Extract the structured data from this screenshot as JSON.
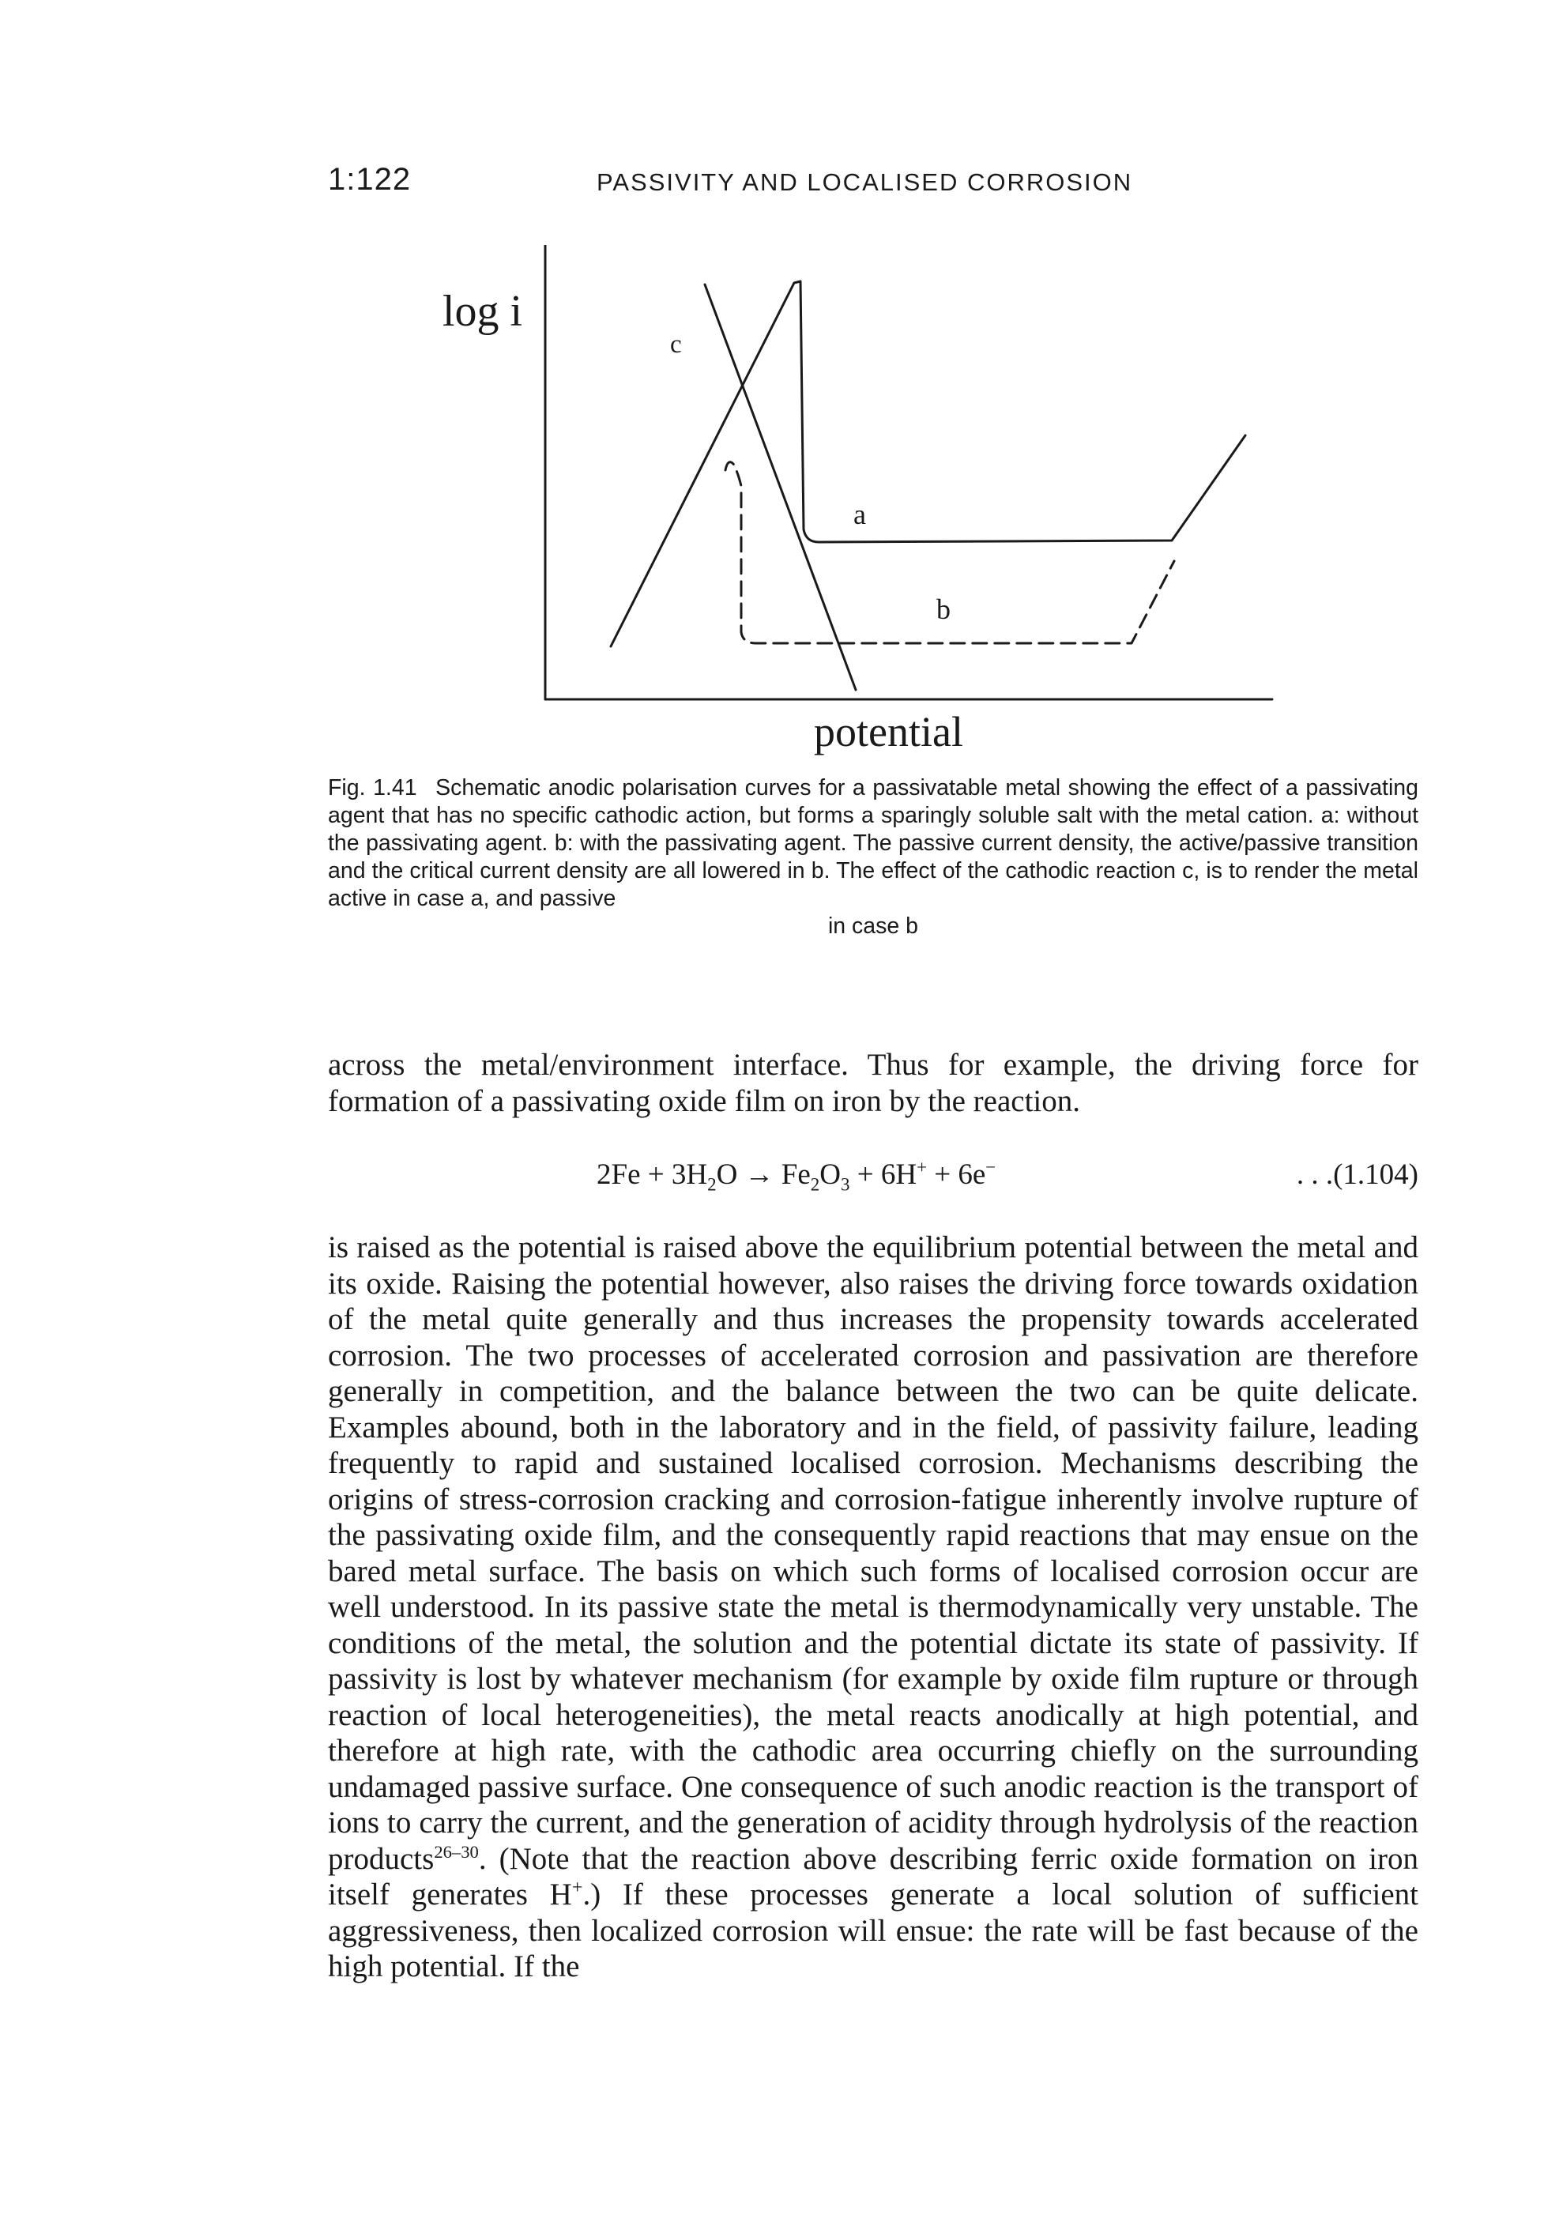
{
  "header": {
    "page_number": "1:122",
    "running_title": "PASSIVITY AND LOCALISED CORROSION"
  },
  "figure": {
    "y_label": "log i",
    "x_label": "potential",
    "curve_labels": {
      "c": "c",
      "a": "a",
      "b": "b"
    },
    "caption_number": "Fig. 1.41",
    "caption_main": "Schematic anodic polarisation curves for a passivatable metal showing the effect of a passivating agent that has no specific cathodic action, but forms a sparingly soluble salt with the metal cation. a: without the passivating agent. b: with the passivating agent. The passive current density, the active/passive transition and the critical current density are all lowered in b. The effect of the cathodic reaction c, is to render the metal active in case a, and passive",
    "caption_end": "in case b"
  },
  "body": {
    "para1": "across the metal/environment interface. Thus for example, the driving force for formation of a passivating oxide film on iron by the reaction.",
    "equation": {
      "lhs_1": "2Fe + 3H",
      "lhs_1_sub": "2",
      "lhs_2": "O → Fe",
      "rhs_1_sub": "2",
      "rhs_2": "O",
      "rhs_2_sub": "3",
      "rhs_3": " + 6H",
      "rhs_3_sup": "+",
      "rhs_4": " + 6e",
      "rhs_4_sup": "−",
      "number": ". . .(1.104)"
    },
    "para2_part1": "is raised as the potential is raised above the equilibrium potential between the metal and its oxide. Raising the potential however, also raises the driving force towards oxidation of the metal quite generally and thus increases the propensity towards accelerated corrosion. The two processes of accelerated corrosion and passivation are therefore generally in competition, and the balance between the two can be quite delicate. Examples abound, both in the laboratory and in the field, of passivity failure, leading frequently to rapid and sustained localised corrosion. Mechanisms describing the origins of stress-corrosion cracking and corrosion-fatigue inherently involve rupture of the passivating oxide film, and the consequently rapid reactions that may ensue on the bared metal surface. The basis on which such forms of localised corrosion occur are well understood. In its passive state the metal is thermodynamically very unstable. The conditions of the metal, the solution and the potential dictate its state of passivity. If passivity is lost by whatever mechanism (for example by oxide film rupture or through reaction of local heterogeneities), the metal reacts anodically at high potential, and therefore at high rate, with the cathodic area occurring chiefly on the surrounding undamaged passive surface. One consequence of such anodic reaction is the transport of ions to carry the current, and the generation of acidity through hydrolysis of the reaction products",
    "para2_ref": "26–30",
    "para2_part2": ". (Note that the reaction above describing ferric oxide formation on iron itself generates H",
    "para2_sup": "+",
    "para2_part3": ".) If these processes generate a local solution of sufficient aggressiveness, then localized corrosion will ensue: the rate will be fast because of the high potential. If the"
  }
}
